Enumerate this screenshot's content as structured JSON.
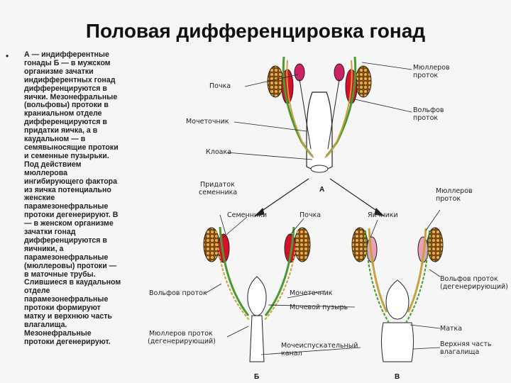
{
  "title": "Половая дифференцировка гонад",
  "bullet": "•",
  "body_text": "А — индифферентные\nгонады Б — в мужском\nорганизме зачатки\nиндифферентных гонад\nдифференцируются в\nяички. Мезонефральные\n(вольфовы) протоки в\nкраниальном отделе\nдифференцируются в\nпридатки яичка, а в\nкаудальном — в\nсемявыносящие протоки\nи семенные пузырьки.\nПод действием\nмюллерова\nингибирующего фактора\nиз яичка потенциально\nженские\nпарамезонефральные\nпротоки дегенерируют. В\n— в женском организме\nзачатки гонад\nдифференцируются в\nяичники, а\nпарамезонефральные\n(мюллеровы) протоки —\nв маточные трубы.\nСлившиеся в каудальном\nотделе\nпарамезонефральные\nпротоки формируют\nматку и верхнюю часть\nвлагалища.\nМезонефральные\nпротоки дегенерируют.",
  "labels": {
    "muller_duct_top_1": "Мюллеров",
    "muller_duct_top_2": "проток",
    "kidney_top": "Почка",
    "wolff_duct_top_1": "Вольфов",
    "wolff_duct_top_2": "проток",
    "ureter_top": "Мочеточник",
    "cloaca": "Клоака",
    "epididymis_1": "Придаток",
    "epididymis_2": "семенника",
    "stage_a": "А",
    "muller_duct_right_1": "Мюллеров",
    "muller_duct_right_2": "проток",
    "testes": "Семенники",
    "kidney_mid": "Почка",
    "ovaries": "Яичники",
    "wolff_duct_deg_1": "Вольфов проток",
    "wolff_duct_deg_2": "(дегенерирующий)",
    "wolff_duct_left": "Вольфов проток",
    "ureter_mid": "Мочеточник",
    "bladder": "Мочевой пузырь",
    "uterus": "Матка",
    "muller_duct_deg_1": "Мюллеров проток",
    "muller_duct_deg_2": "(дегенерирующий)",
    "urethra_1": "Мочеиспускательный",
    "urethra_2": "канал",
    "vagina_1": "Верхняя часть",
    "vagina_2": "влагалища",
    "stage_b": "Б",
    "stage_v": "В"
  },
  "colors": {
    "kidney": "#cc2266",
    "gonad_red": "#d4102a",
    "testis_brown": "#7a4a10",
    "ovary_pink": "#e8a0b8",
    "wolff_duct": "#4a9a30",
    "muller_duct": "#c8a040",
    "text": "#222222"
  }
}
